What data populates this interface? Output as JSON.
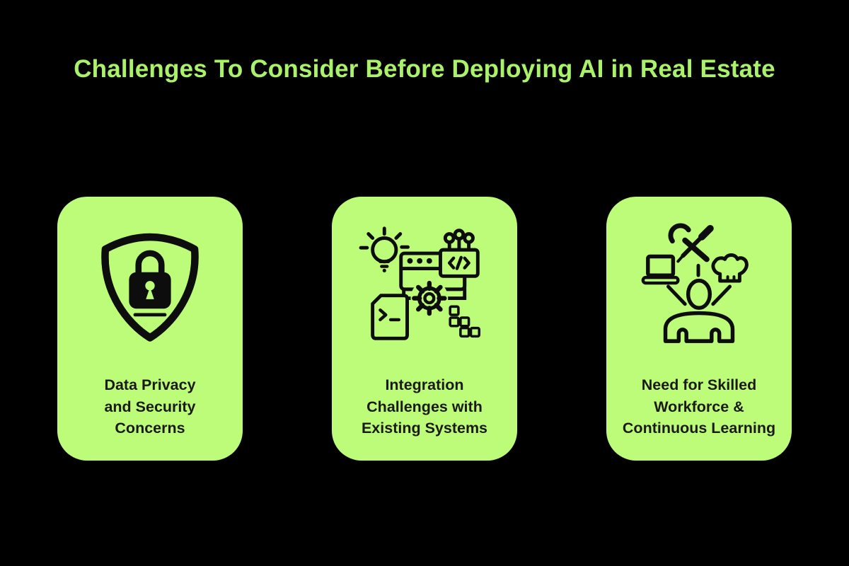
{
  "header": {
    "title": "Challenges To Consider Before Deploying AI in Real Estate"
  },
  "cards": [
    {
      "icon": "shield-lock-icon",
      "label": "Data Privacy\nand Security\nConcerns"
    },
    {
      "icon": "system-integration-icon",
      "label": "Integration\nChallenges with\nExisting Systems"
    },
    {
      "icon": "skilled-workforce-icon",
      "label": "Need for Skilled\nWorkforce &\nContinuous Learning"
    }
  ],
  "colors": {
    "background": "#000000",
    "title_text": "#aaf269",
    "card_background": "#bdfc78",
    "card_text": "#1a1a1a",
    "icon_ink": "#0d0d0d"
  }
}
